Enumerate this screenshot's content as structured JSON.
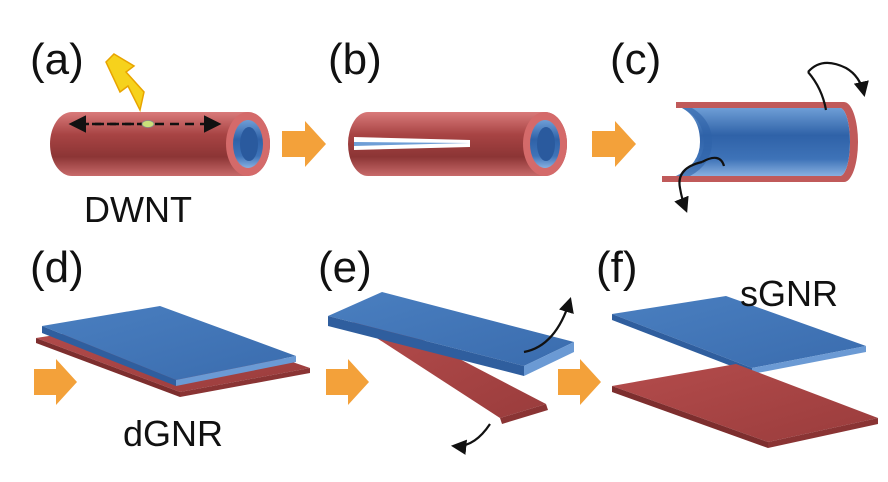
{
  "panels": {
    "a": "(a)",
    "b": "(b)",
    "c": "(c)",
    "d": "(d)",
    "e": "(e)",
    "f": "(f)"
  },
  "names": {
    "dwnt": "DWNT",
    "dgnr": "dGNR",
    "sgnr": "sGNR"
  },
  "colors": {
    "outer_tube": "#b04a4a",
    "inner_tube": "#4a7fc0",
    "arrow": "#f3a13a",
    "bolt": "#f6d21c"
  }
}
